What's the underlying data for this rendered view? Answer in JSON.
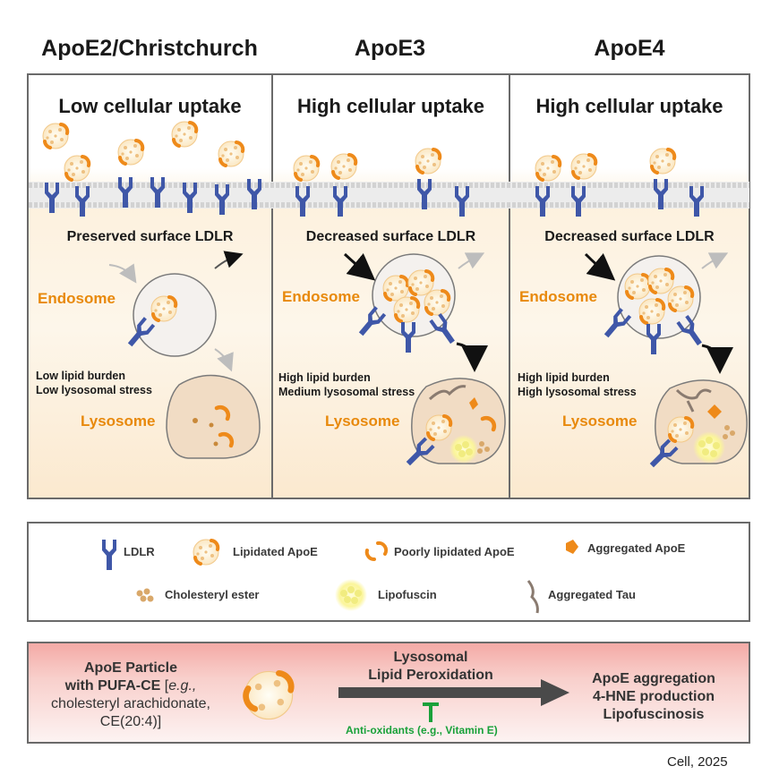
{
  "columns": [
    {
      "title": "ApoE2/Christchurch",
      "uptake": "Low cellular uptake",
      "surface": "Preserved surface LDLR",
      "endosome": "Endosome",
      "lysosome": "Lysosome",
      "burden1": "Low lipid burden",
      "burden2": "Low lysosomal stress"
    },
    {
      "title": "ApoE3",
      "uptake": "High cellular uptake",
      "surface": "Decreased surface LDLR",
      "endosome": "Endosome",
      "lysosome": "Lysosome",
      "burden1": "High lipid burden",
      "burden2": "Medium lysosomal stress"
    },
    {
      "title": "ApoE4",
      "uptake": "High cellular uptake",
      "surface": "Decreased surface LDLR",
      "endosome": "Endosome",
      "lysosome": "Lysosome",
      "burden1": "High lipid burden",
      "burden2": "High lysosomal stress"
    }
  ],
  "legend": {
    "ldlr": "LDLR",
    "lipidated": "Lipidated ApoE",
    "poorly": "Poorly lipidated ApoE",
    "aggregated": "Aggregated ApoE",
    "cholesteryl": "Cholesteryl ester",
    "lipofuscin": "Lipofuscin",
    "tau": "Aggregated Tau"
  },
  "bottom": {
    "particle_line1": "ApoE Particle",
    "particle_line2_bold": "with PUFA-CE",
    "particle_line2_rest": " [",
    "particle_eg": "e.g.,",
    "particle_line3": "cholesteryl arachidonate,",
    "particle_line4": "CE(20:4)]",
    "process_line1": "Lysosomal",
    "process_line2": "Lipid Peroxidation",
    "inhibitor": "Anti-oxidants (e.g., Vitamin E)",
    "outcome1": "ApoE aggregation",
    "outcome2": "4-HNE production",
    "outcome3": "Lipofuscinosis"
  },
  "citation": "Cell, 2025",
  "colors": {
    "ldlr": "#3f57a8",
    "apoe_orange": "#ee8a1a",
    "organelle_label": "#e8890c",
    "inhibitor_green": "#19a13a",
    "arrow_dark": "#4a4a4a"
  }
}
